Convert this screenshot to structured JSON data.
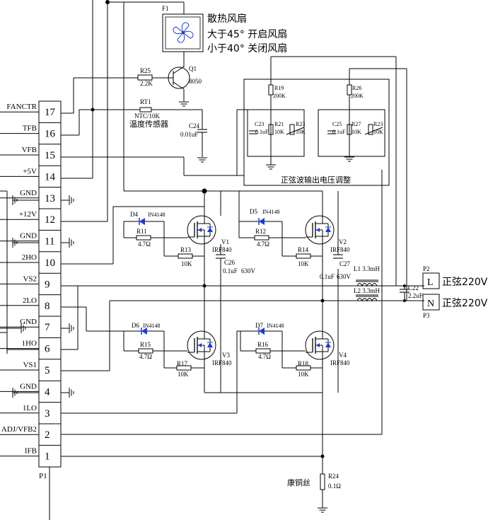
{
  "connector": {
    "ref": "P1",
    "pins": [
      {
        "num": "17",
        "name": "FANCTR"
      },
      {
        "num": "16",
        "name": "TFB"
      },
      {
        "num": "15",
        "name": "VFB"
      },
      {
        "num": "14",
        "name": "+5V"
      },
      {
        "num": "13",
        "name": "GND"
      },
      {
        "num": "12",
        "name": "+12V"
      },
      {
        "num": "11",
        "name": "GND"
      },
      {
        "num": "10",
        "name": "2HO"
      },
      {
        "num": "9",
        "name": "VS2"
      },
      {
        "num": "8",
        "name": "2LO"
      },
      {
        "num": "7",
        "name": "GND"
      },
      {
        "num": "6",
        "name": "1HO"
      },
      {
        "num": "5",
        "name": "VS1"
      },
      {
        "num": "4",
        "name": "GND"
      },
      {
        "num": "3",
        "name": "1LO"
      },
      {
        "num": "2",
        "name": "ADJ/VFB2"
      },
      {
        "num": "1",
        "name": "IFB"
      }
    ]
  },
  "fan": {
    "ref": "F1",
    "title": "散热风扇",
    "line1": "大于45°  开启风扇",
    "line2": "小于40°  关闭风扇"
  },
  "fan_ctrl": {
    "r25": "R25",
    "r25_val": "2.2K",
    "q1": "Q1",
    "q1_val": "8050",
    "rt1": "RT1",
    "rt1_val": "NTC/10K",
    "rt1_desc": "温度传感器",
    "c24": "C24",
    "c24_val": "0.01uF"
  },
  "feedback": {
    "r19": "R19",
    "r19_val": "200K",
    "r26": "R26",
    "r26_val": "200K",
    "c23": "C23",
    "c23_val": "0.1uF",
    "r21": "R21",
    "r21_val": "10K",
    "r23a": "R23",
    "r23a_val": "10K",
    "c25": "C25",
    "c25_val": "0.1uF",
    "r27": "R27",
    "r27_val": "10K",
    "r23b": "R23",
    "r23b_val": "10K",
    "caption": "正弦波输出电压调整"
  },
  "bridge": {
    "d4": "D4",
    "d4_val": "IN4148",
    "r11": "R11",
    "r11_val": "4.7Ω",
    "r13": "R13",
    "r13_val": "10K",
    "v1": "V1",
    "v1_val": "IRF840",
    "d5": "D5",
    "d5_val": "IN4148",
    "r12": "R12",
    "r12_val": "4.7Ω",
    "r14": "R14",
    "r14_val": "10K",
    "v2": "V2",
    "v2_val": "IRF840",
    "c26": "C26",
    "c26_val": "0.1uF",
    "c26_v": "630V",
    "c27": "C27",
    "c27_val": "0.1uF",
    "c27_v": "630V",
    "d6": "D6",
    "d6_val": "IN4148",
    "r15": "R15",
    "r15_val": "4.7Ω",
    "r17": "R17",
    "r17_val": "10K",
    "v3": "V3",
    "v3_val": "IRF840",
    "d7": "D7",
    "d7_val": "IN4148",
    "r16": "R16",
    "r16_val": "4.7Ω",
    "r18": "R18",
    "r18_val": "10K",
    "v4": "V4",
    "v4_val": "IRF840"
  },
  "output": {
    "l1": "L1 3.3mH",
    "l2": "L2 3.3mH",
    "c22": "C22",
    "c22_val": "2.2uF",
    "p2": "P2",
    "p2_pin": "L",
    "p2_label": "正弦220V",
    "p3": "P3",
    "p3_pin": "N",
    "p3_label": "正弦220V"
  },
  "sense": {
    "r24": "R24",
    "r24_val": "0.1Ω",
    "r24_desc": "康铜丝"
  }
}
